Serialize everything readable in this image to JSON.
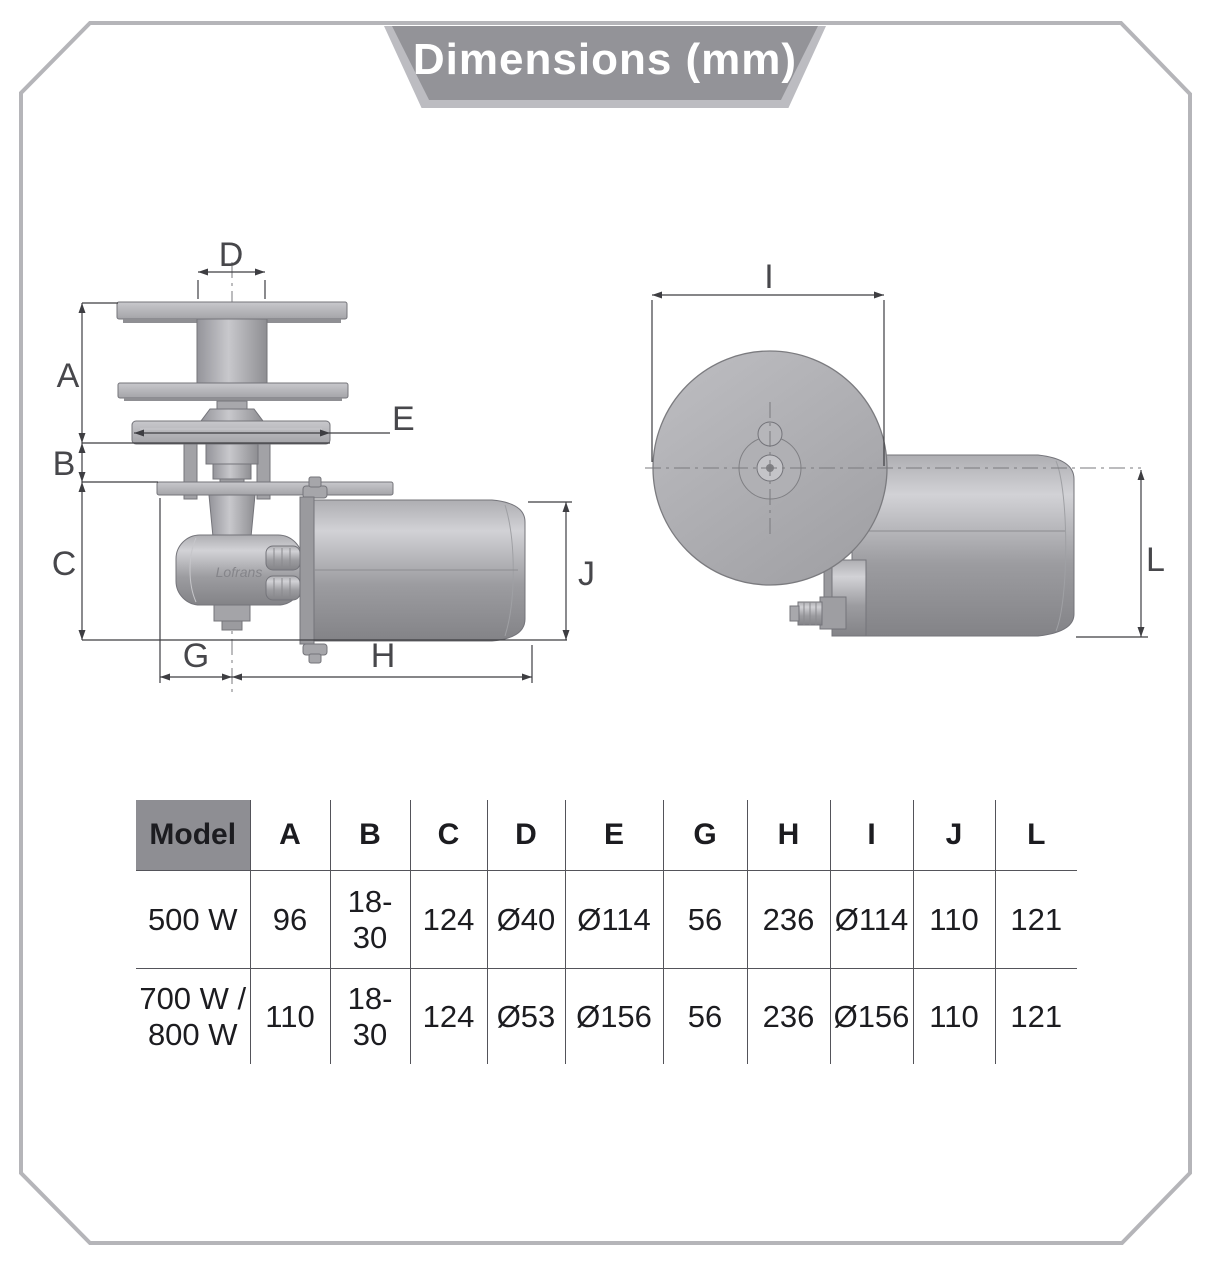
{
  "title": "Dimensions (mm)",
  "diagram": {
    "labels": {
      "A": "A",
      "B": "B",
      "C": "C",
      "D": "D",
      "E": "E",
      "G": "G",
      "H": "H",
      "I": "I",
      "J": "J",
      "L": "L"
    },
    "gearbox_text": "Lofrans"
  },
  "table": {
    "model_header": "Model",
    "columns": [
      "A",
      "B",
      "C",
      "D",
      "E",
      "G",
      "H",
      "I",
      "J",
      "L"
    ],
    "rows": [
      {
        "model_lines": [
          "500 W"
        ],
        "values": [
          "96",
          "18-30",
          "124",
          "Ø40",
          "Ø114",
          "56",
          "236",
          "Ø114",
          "110",
          "121"
        ]
      },
      {
        "model_lines": [
          "700 W /",
          "800 W"
        ],
        "values": [
          "110",
          "18-30",
          "124",
          "Ø53",
          "Ø156",
          "56",
          "236",
          "Ø156",
          "110",
          "121"
        ]
      }
    ]
  },
  "colors": {
    "accent_gray": "#8e8e93",
    "frame": "#b5b5b9",
    "banner": "#939398"
  }
}
